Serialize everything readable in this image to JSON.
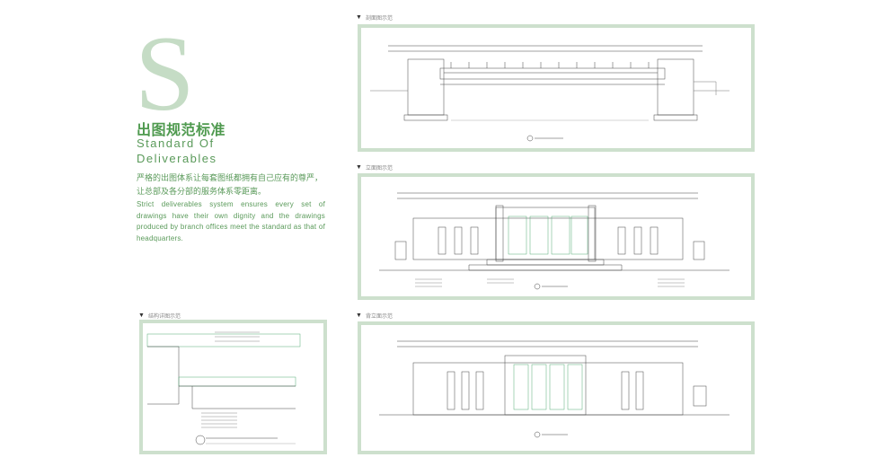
{
  "hero": {
    "big_letter": "S",
    "title_cn": "出图规范标准",
    "title_en_line1": "Standard Of",
    "title_en_line2": "Deliverables",
    "description_cn": "严格的出图体系让每套图纸都拥有自己应有的尊严，让总部及各分部的服务体系零距离。",
    "description_en": "Strict deliverables system ensures every set of drawings have their own dignity and the drawings produced by branch offices meet the standard as that of headquarters."
  },
  "panels": [
    {
      "label": "剖面图示范",
      "icon": "triangle-down-icon"
    },
    {
      "label": "立面图示范",
      "icon": "triangle-down-icon"
    },
    {
      "label": "结构详图示范",
      "icon": "triangle-down-icon"
    },
    {
      "label": "背立面示范",
      "icon": "triangle-down-icon"
    }
  ],
  "colors": {
    "accent": "#4f9a4f",
    "frame": "#cde0cd",
    "big_letter": "#c5dcc5"
  }
}
